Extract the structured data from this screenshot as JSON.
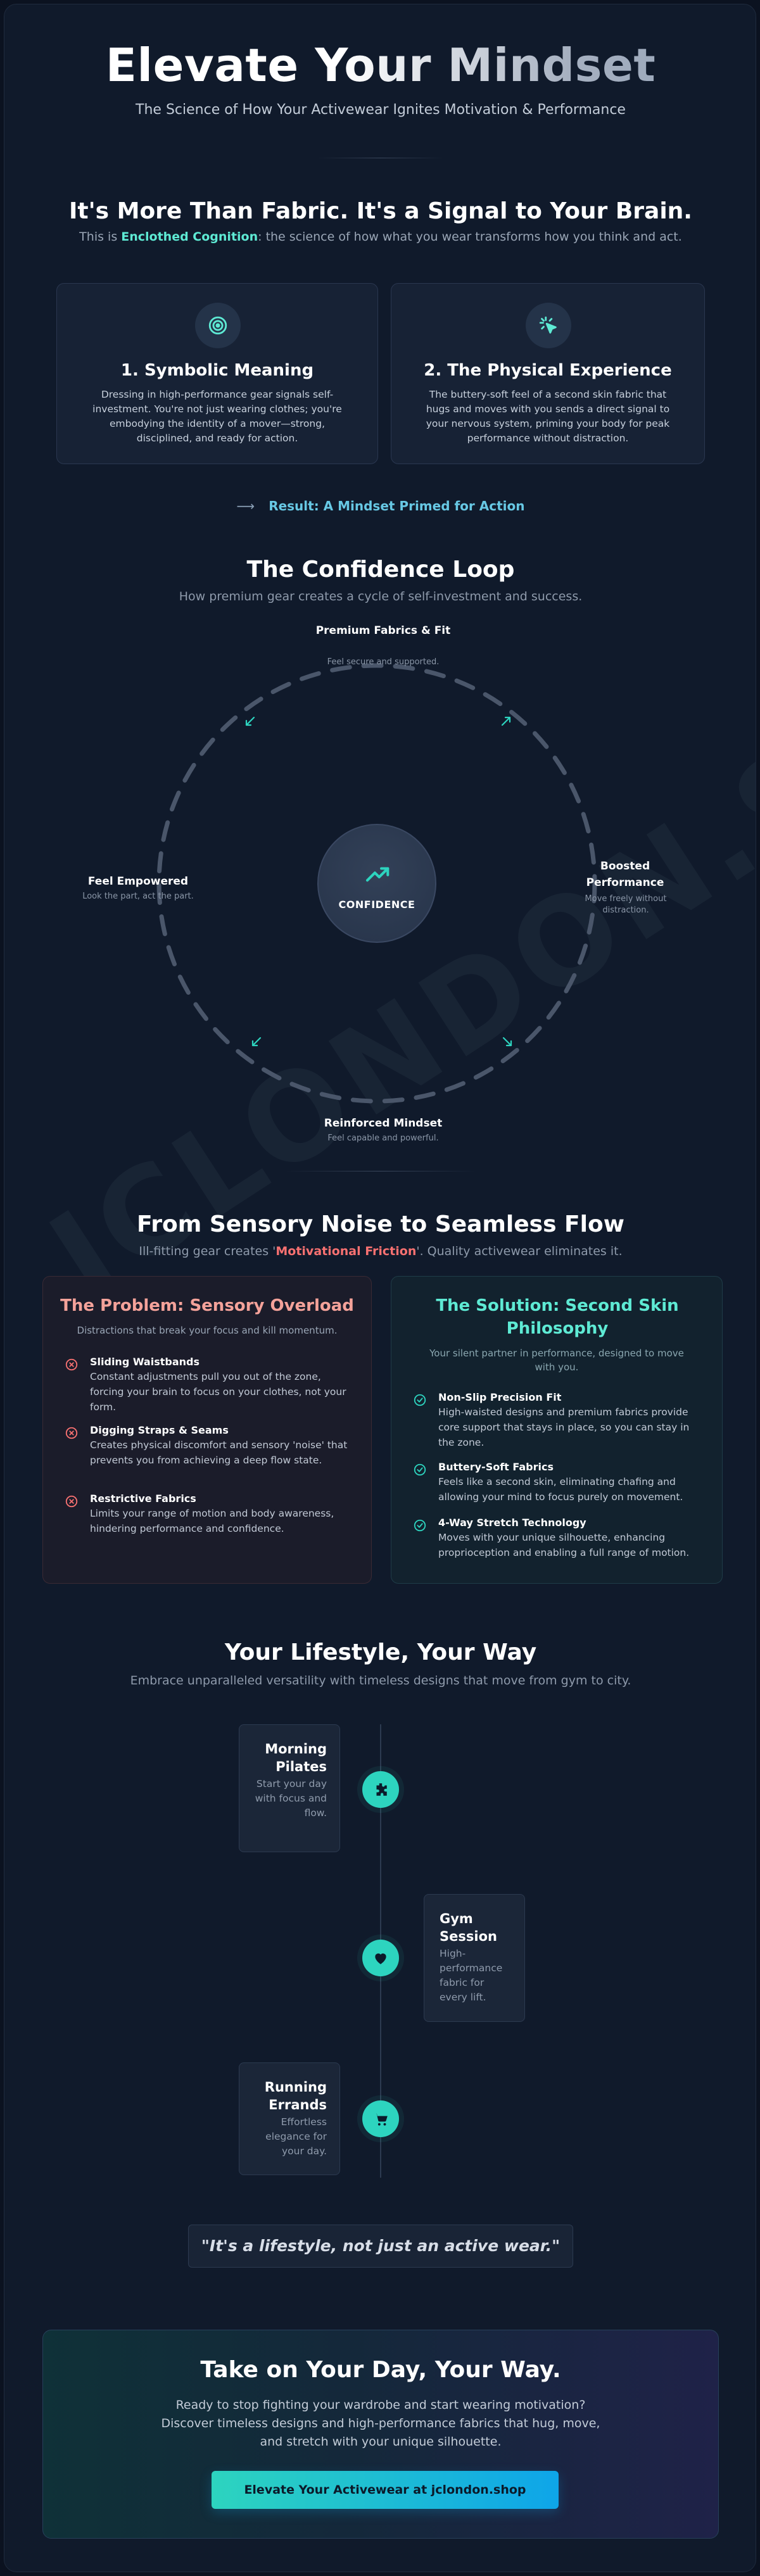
{
  "hero": {
    "title": "Elevate Your Mindset",
    "subtitle": "The Science of How Your Activewear Ignites Motivation & Performance"
  },
  "signal": {
    "title": "It's More Than Fabric. It's a Signal to Your Brain.",
    "lead_prefix": "This is ",
    "lead_highlight": "Enclothed Cognition",
    "lead_suffix": ": the science of how what you wear transforms how you think and act.",
    "cards": [
      {
        "icon": "target-icon",
        "title": "1. Symbolic Meaning",
        "text": "Dressing in high-performance gear signals self-investment. You're not just wearing clothes; you're embodying the identity of a mover—strong, disciplined, and ready for action."
      },
      {
        "icon": "pointer-click-icon",
        "title": "2. The Physical Experience",
        "text": "The buttery-soft feel of a second skin fabric that hugs and moves with you sends a direct signal to your nervous system, priming your body for peak performance without distraction."
      }
    ],
    "result": "Result: A Mindset Primed for Action"
  },
  "loop": {
    "title": "The Confidence Loop",
    "lead": "How premium gear creates a cycle of self-investment and success.",
    "center": "CONFIDENCE",
    "nodes": {
      "top": {
        "title": "Premium Fabrics & Fit",
        "sub": "Feel secure and supported."
      },
      "right": {
        "title": "Boosted Performance",
        "sub": "Move freely without distraction."
      },
      "bottom": {
        "title": "Reinforced Mindset",
        "sub": "Feel capable and powerful."
      },
      "left": {
        "title": "Feel Empowered",
        "sub": "Look the part, act the part."
      }
    }
  },
  "flow": {
    "title": "From Sensory Noise to Seamless Flow",
    "lead_prefix": "Ill-fitting gear creates '",
    "lead_highlight": "Motivational Friction",
    "lead_suffix": "'. Quality activewear eliminates it.",
    "problem": {
      "title": "The Problem: Sensory Overload",
      "sub": "Distractions that break your focus and kill momentum.",
      "items": [
        {
          "title": "Sliding Waistbands",
          "text": "Constant adjustments pull you out of the zone, forcing your brain to focus on your clothes, not your form."
        },
        {
          "title": "Digging Straps & Seams",
          "text": "Creates physical discomfort and sensory 'noise' that prevents you from achieving a deep flow state."
        },
        {
          "title": "Restrictive Fabrics",
          "text": "Limits your range of motion and body awareness, hindering performance and confidence."
        }
      ]
    },
    "solution": {
      "title": "The Solution: Second Skin Philosophy",
      "sub": "Your silent partner in performance, designed to move with you.",
      "items": [
        {
          "title": "Non-Slip Precision Fit",
          "text": "High-waisted designs and premium fabrics provide core support that stays in place, so you can stay in the zone."
        },
        {
          "title": "Buttery-Soft Fabrics",
          "text": "Feels like a second skin, eliminating chafing and allowing your mind to focus purely on movement."
        },
        {
          "title": "4-Way Stretch Technology",
          "text": "Moves with your unique silhouette, enhancing proprioception and enabling a full range of motion."
        }
      ]
    }
  },
  "lifestyle": {
    "title": "Your Lifestyle, Your Way",
    "lead": "Embrace unparalleled versatility with timeless designs that move from gym to city.",
    "items": [
      {
        "title": "Morning Pilates",
        "text": "Start your day with focus and flow.",
        "icon": "puzzle-icon"
      },
      {
        "title": "Gym Session",
        "text": "High-performance fabric for every lift.",
        "icon": "heart-icon"
      },
      {
        "title": "Running Errands",
        "text": "Effortless elegance for your day.",
        "icon": "shopping-cart-icon"
      }
    ],
    "quote": "\"It's a lifestyle, not just an active wear.\""
  },
  "cta": {
    "title": "Take on Your Day, Your Way.",
    "text": "Ready to stop fighting your wardrobe and start wearing motivation? Discover timeless designs and high-performance fabrics that hug, move, and stretch with your unique silhouette.",
    "button": "Elevate Your Activewear at jclondon.shop"
  },
  "watermark": "JCLONDON.SHOP",
  "colors": {
    "background": "#101a2b",
    "accent_teal": "#2dd4bf",
    "accent_blue": "#67c8e4",
    "problem_red": "#f87171",
    "problem_title": "#f4a29a",
    "solution_title": "#5eead4"
  }
}
